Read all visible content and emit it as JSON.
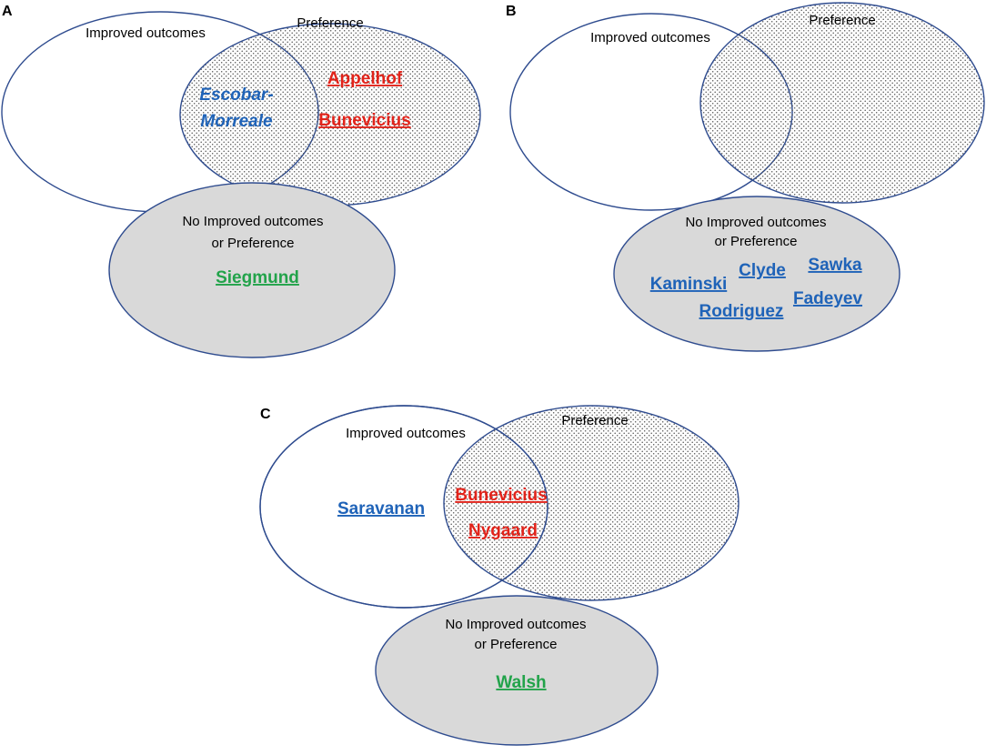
{
  "colors": {
    "outline": "#2F4C8F",
    "blue_name": "#1F63B8",
    "red_name": "#E2231A",
    "green_name": "#22A34A",
    "gray_fill": "#D9D9D9",
    "stipple_dot": "#555555"
  },
  "labels": {
    "improved": "Improved outcomes",
    "preference": "Preference",
    "none_line1": "No Improved outcomes",
    "none_line2": "or Preference"
  },
  "panels": {
    "a": {
      "letter": "A",
      "names": {
        "overlap_1": "Escobar-",
        "overlap_2": "Morreale",
        "pref_1": "Appelhof",
        "pref_2": "Bunevicius",
        "none_1": "Siegmund"
      }
    },
    "b": {
      "letter": "B",
      "names": {
        "none_1": "Kaminski",
        "none_2": "Clyde",
        "none_3": "Sawka",
        "none_4": "Fadeyev",
        "none_5": "Rodriguez"
      }
    },
    "c": {
      "letter": "C",
      "names": {
        "improved_1": "Saravanan",
        "overlap_1": "Bunevicius",
        "overlap_2": "Nygaard",
        "none_1": "Walsh"
      }
    }
  }
}
